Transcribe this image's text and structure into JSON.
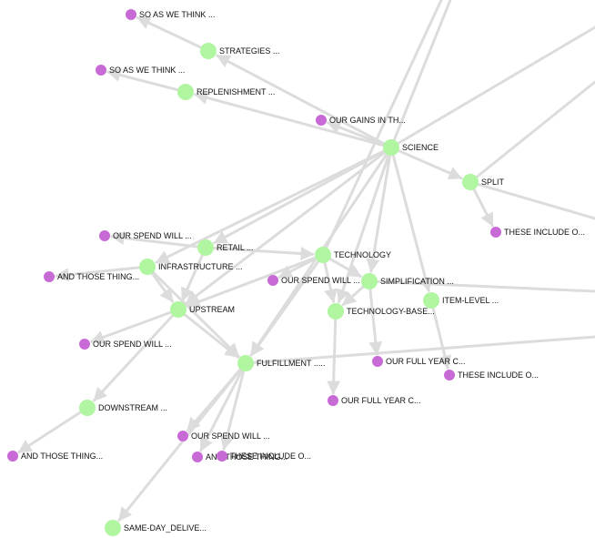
{
  "colors": {
    "background": "#ffffff",
    "edge": "#dcdcdc",
    "concept_node": "#b0f5a0",
    "phrase_node": "#c86ad6",
    "label": "#111111"
  },
  "nodes": [
    {
      "id": "so-as-we-think-1",
      "label": "SO AS WE THINK ...",
      "kind": "phrase"
    },
    {
      "id": "strategies",
      "label": "STRATEGIES  ...",
      "kind": "concept"
    },
    {
      "id": "so-as-we-think-2",
      "label": "SO AS WE THINK ...",
      "kind": "phrase"
    },
    {
      "id": "replenishment",
      "label": "REPLENISHMENT  ...",
      "kind": "concept"
    },
    {
      "id": "our-gains",
      "label": "OUR GAINS IN TH...",
      "kind": "phrase"
    },
    {
      "id": "science",
      "label": "SCIENCE",
      "kind": "concept"
    },
    {
      "id": "split",
      "label": "SPLIT",
      "kind": "concept"
    },
    {
      "id": "these-include-1",
      "label": "THESE INCLUDE O...",
      "kind": "phrase"
    },
    {
      "id": "our-spend-1",
      "label": "OUR SPEND WILL ...",
      "kind": "phrase"
    },
    {
      "id": "retail",
      "label": "RETAIL  ...",
      "kind": "concept"
    },
    {
      "id": "technology",
      "label": "TECHNOLOGY",
      "kind": "concept"
    },
    {
      "id": "infrastructure",
      "label": "INFRASTRUCTURE ...",
      "kind": "concept"
    },
    {
      "id": "and-those-1",
      "label": "AND THOSE THING...",
      "kind": "phrase"
    },
    {
      "id": "our-spend-2",
      "label": "OUR SPEND WILL ...",
      "kind": "phrase"
    },
    {
      "id": "simplification",
      "label": "SIMPLIFICATION ...",
      "kind": "concept"
    },
    {
      "id": "item-level",
      "label": "ITEM-LEVEL  ...",
      "kind": "concept"
    },
    {
      "id": "upstream",
      "label": "UPSTREAM",
      "kind": "concept"
    },
    {
      "id": "technology-base",
      "label": "TECHNOLOGY-BASE...",
      "kind": "concept"
    },
    {
      "id": "our-spend-3",
      "label": "OUR SPEND WILL ...",
      "kind": "phrase"
    },
    {
      "id": "fulfillment",
      "label": "FULFILLMENT  .....",
      "kind": "concept"
    },
    {
      "id": "our-full-year-1",
      "label": "OUR FULL YEAR C...",
      "kind": "phrase"
    },
    {
      "id": "these-include-2",
      "label": "THESE INCLUDE O...",
      "kind": "phrase"
    },
    {
      "id": "our-full-year-2",
      "label": "OUR FULL YEAR C...",
      "kind": "phrase"
    },
    {
      "id": "downstream",
      "label": "DOWNSTREAM  ...",
      "kind": "concept"
    },
    {
      "id": "our-spend-4",
      "label": "OUR SPEND WILL ...",
      "kind": "phrase"
    },
    {
      "id": "and-those-2",
      "label": "AND THOSE THING...",
      "kind": "phrase"
    },
    {
      "id": "and-those-3",
      "label": "AND THOSE THING...",
      "kind": "phrase"
    },
    {
      "id": "these-include-3",
      "label": "THESE INCLUDE O...",
      "kind": "phrase"
    },
    {
      "id": "same-day",
      "label": "SAME-DAY_DELIVE...",
      "kind": "concept"
    }
  ],
  "edges": [
    [
      "science",
      "strategies"
    ],
    [
      "science",
      "replenishment"
    ],
    [
      "science",
      "our-gains"
    ],
    [
      "science",
      "split"
    ],
    [
      "science",
      "retail"
    ],
    [
      "science",
      "infrastructure"
    ],
    [
      "science",
      "upstream"
    ],
    [
      "science",
      "fulfillment"
    ],
    [
      "science",
      "technology-base"
    ],
    [
      "science",
      "simplification"
    ],
    [
      "science",
      "item-level"
    ],
    [
      "strategies",
      "so-as-we-think-1"
    ],
    [
      "replenishment",
      "so-as-we-think-2"
    ],
    [
      "split",
      "these-include-1"
    ],
    [
      "retail",
      "our-spend-1"
    ],
    [
      "retail",
      "technology"
    ],
    [
      "retail",
      "upstream"
    ],
    [
      "technology",
      "upstream"
    ],
    [
      "technology",
      "fulfillment"
    ],
    [
      "technology",
      "simplification"
    ],
    [
      "technology",
      "our-spend-2"
    ],
    [
      "technology",
      "technology-base"
    ],
    [
      "infrastructure",
      "and-those-1"
    ],
    [
      "infrastructure",
      "upstream"
    ],
    [
      "infrastructure",
      "fulfillment"
    ],
    [
      "upstream",
      "our-spend-3"
    ],
    [
      "upstream",
      "downstream"
    ],
    [
      "upstream",
      "fulfillment"
    ],
    [
      "simplification",
      "our-full-year-1"
    ],
    [
      "simplification",
      "technology-base"
    ],
    [
      "item-level",
      "these-include-2"
    ],
    [
      "technology-base",
      "our-full-year-2"
    ],
    [
      "fulfillment",
      "our-spend-4"
    ],
    [
      "fulfillment",
      "and-those-3"
    ],
    [
      "fulfillment",
      "these-include-3"
    ],
    [
      "fulfillment",
      "same-day"
    ],
    [
      "downstream",
      "and-those-2"
    ]
  ],
  "offscreen_edges": [
    [
      "science",
      "upper-right-a"
    ],
    [
      "science",
      "upper-right-b"
    ],
    [
      "split",
      "upper-right-c"
    ],
    [
      "technology",
      "top-edge"
    ],
    [
      "simplification",
      "right-edge"
    ],
    [
      "fulfillment",
      "right-edge-low"
    ],
    [
      "split",
      "right-edge-mid"
    ]
  ]
}
